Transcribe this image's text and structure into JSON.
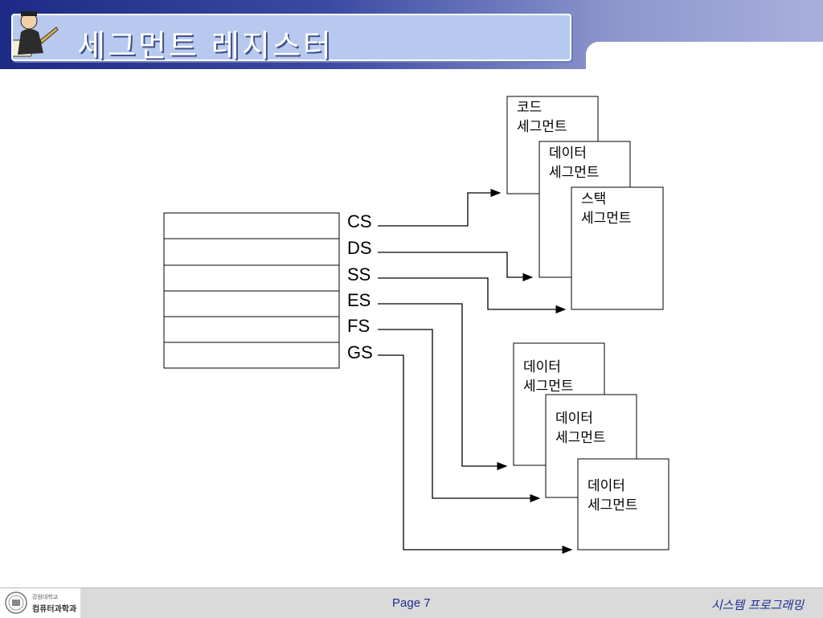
{
  "header": {
    "title": "세그먼트 레지스터"
  },
  "registers": [
    "CS",
    "DS",
    "SS",
    "ES",
    "FS",
    "GS"
  ],
  "segments": {
    "code": [
      "코드",
      "세그먼트"
    ],
    "data1": [
      "데이터",
      "세그먼트"
    ],
    "stack": [
      "스택",
      "세그먼트"
    ],
    "data2": [
      "데이터",
      "세그먼트"
    ],
    "data3": [
      "데이터",
      "세그먼트"
    ],
    "data4": [
      "데이터",
      "세그먼트"
    ]
  },
  "footer": {
    "university": "강원대학교",
    "department": "컴퓨터과학과",
    "page": "Page 7",
    "course": "시스템 프로그래밍"
  },
  "colors": {
    "header_dark": "#1d2b86",
    "title_box": "#b7c9ee",
    "footer_text": "#1c2c94"
  }
}
